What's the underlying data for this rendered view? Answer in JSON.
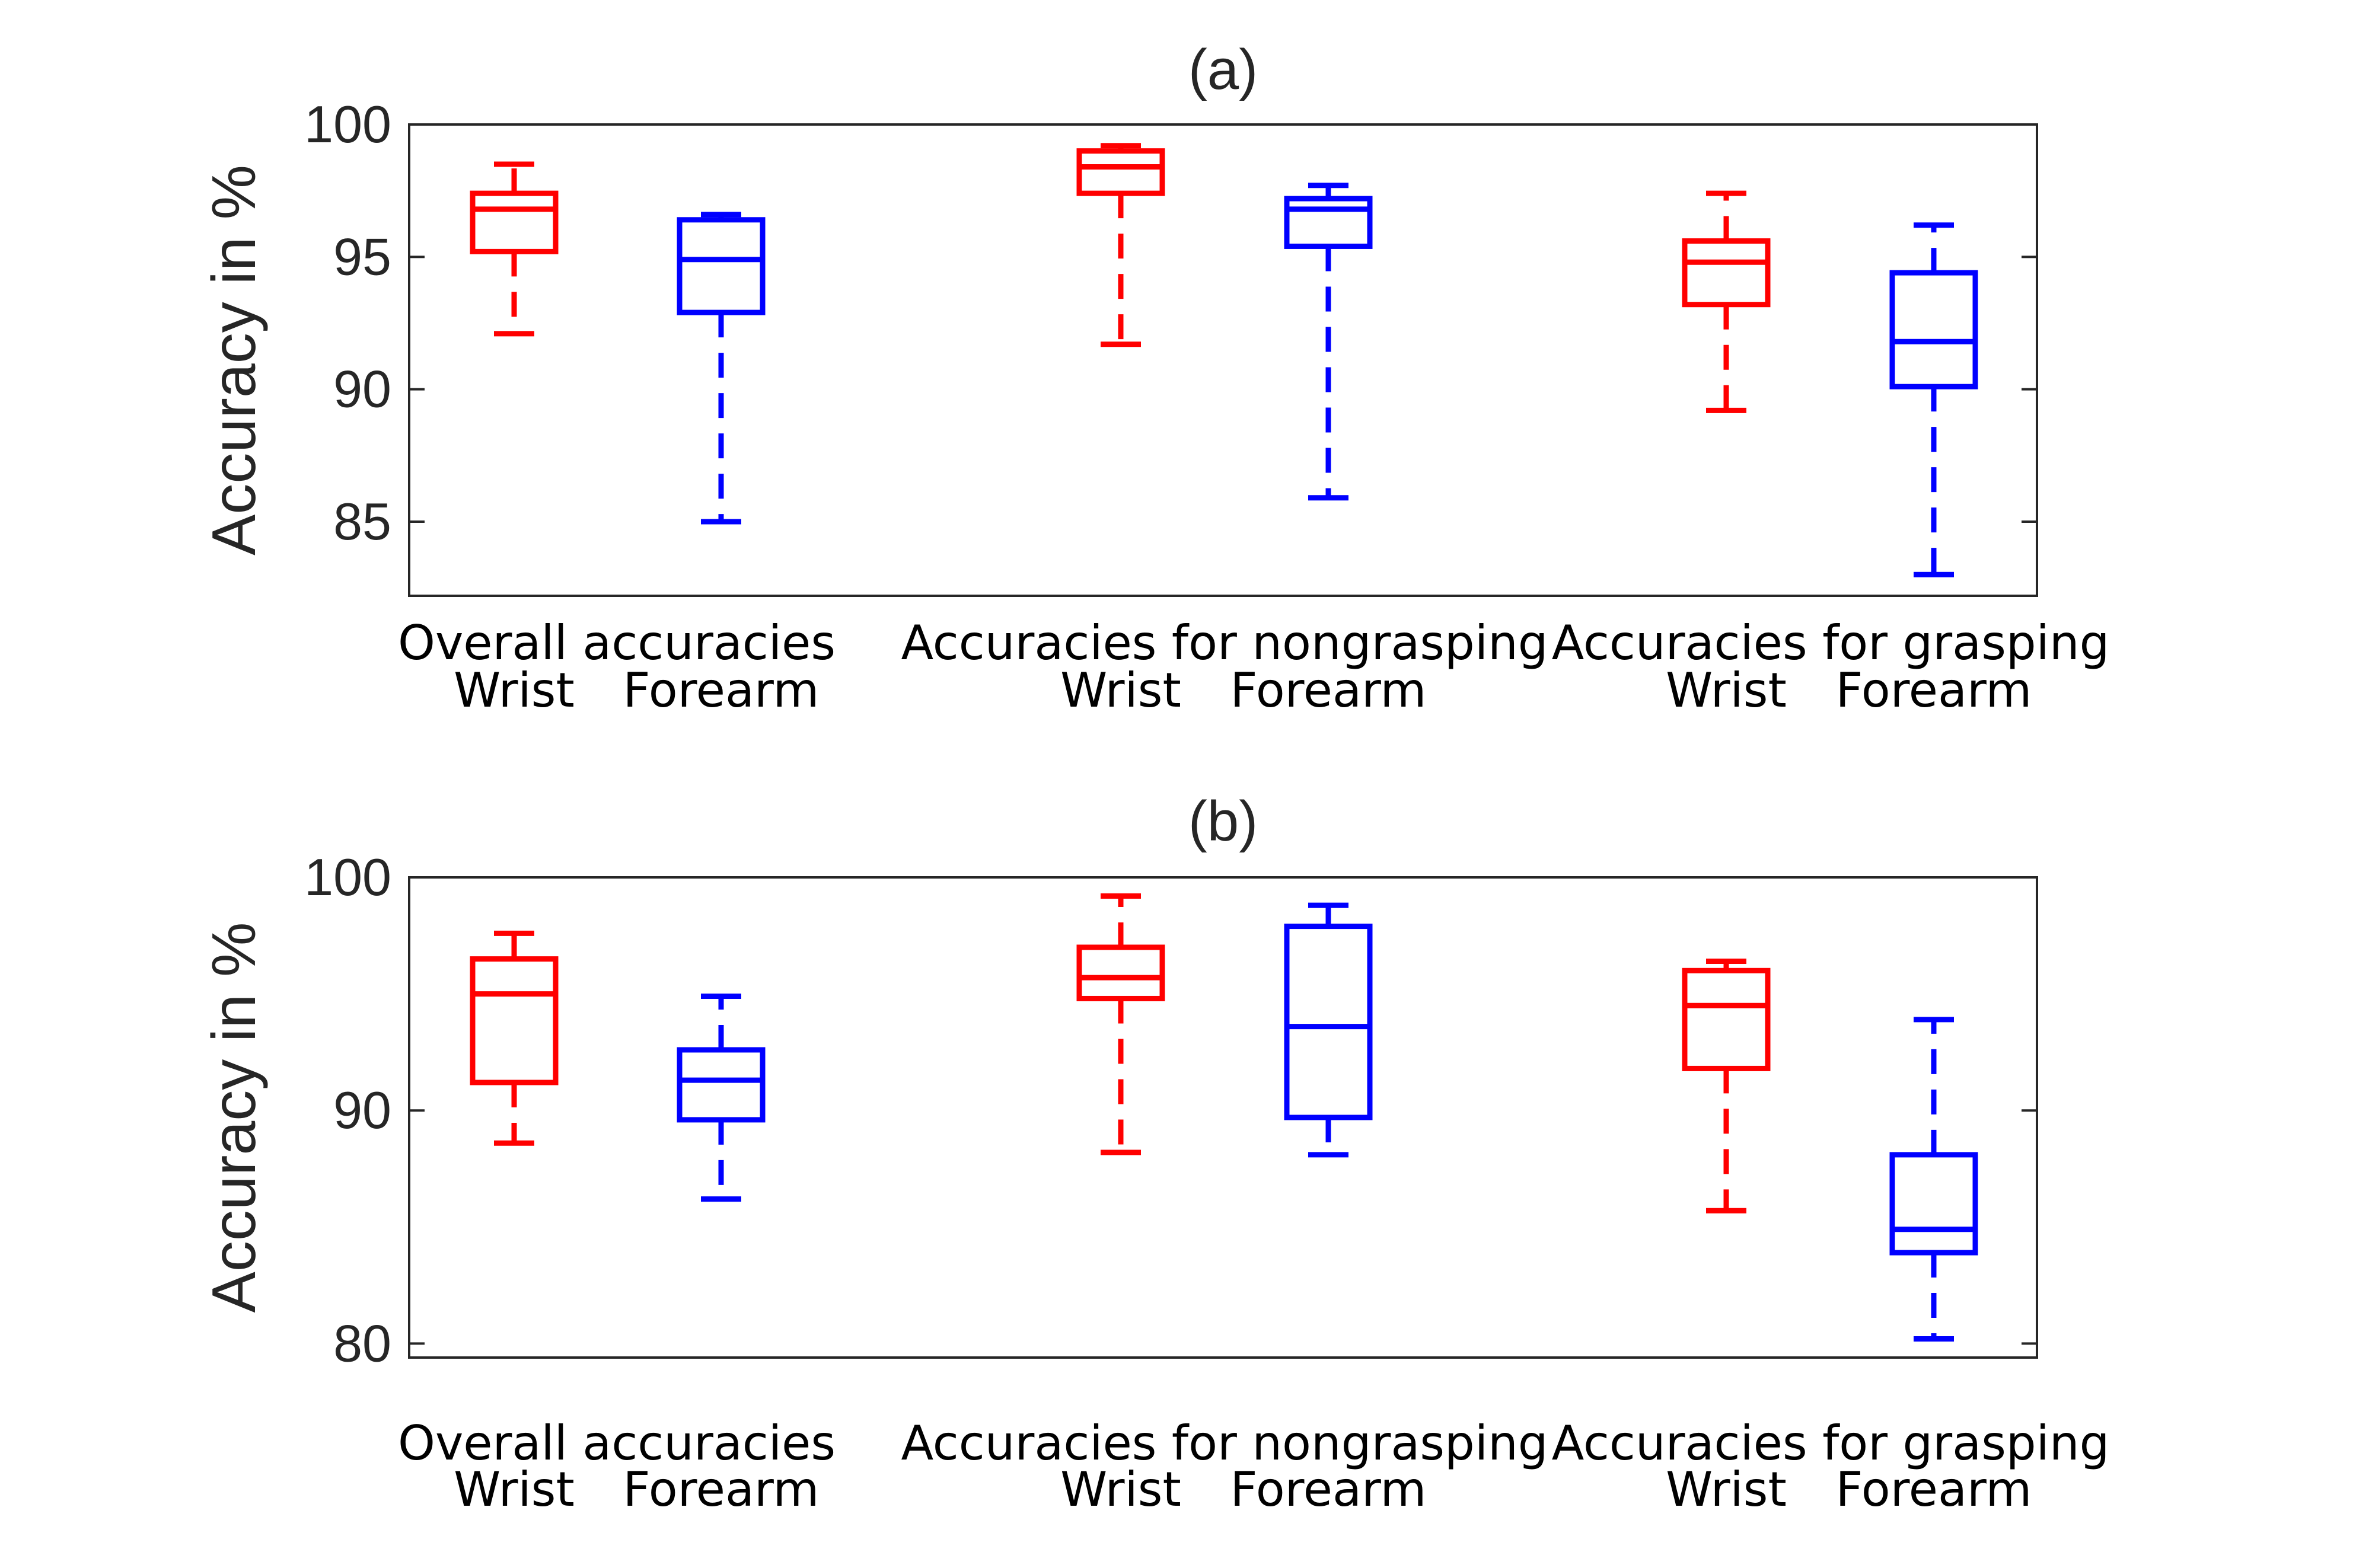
{
  "chart_data": [
    {
      "type": "box",
      "title": "(a)",
      "xlabel": "",
      "ylabel": "Accuracy in %",
      "ylim": [
        82.2,
        100
      ],
      "yticks": [
        85,
        90,
        95,
        100
      ],
      "grid": false,
      "groups": [
        {
          "label": "Overall accuracies",
          "sublabels": [
            "Wrist",
            "Forearm"
          ]
        },
        {
          "label": "Accuracies for nongrasping",
          "sublabels": [
            "Wrist",
            "Forearm"
          ]
        },
        {
          "label": "Accuracies for grasping",
          "sublabels": [
            "Wrist",
            "Forearm"
          ]
        }
      ],
      "boxes": [
        {
          "group": 0,
          "series": "Wrist",
          "whisker_low": 92.1,
          "q1": 95.2,
          "median": 96.8,
          "q3": 97.4,
          "whisker_high": 98.5
        },
        {
          "group": 0,
          "series": "Forearm",
          "whisker_low": 85.0,
          "q1": 92.9,
          "median": 94.9,
          "q3": 96.4,
          "whisker_high": 96.6
        },
        {
          "group": 1,
          "series": "Wrist",
          "whisker_low": 91.7,
          "q1": 97.4,
          "median": 98.4,
          "q3": 99.0,
          "whisker_high": 99.2
        },
        {
          "group": 1,
          "series": "Forearm",
          "whisker_low": 85.9,
          "q1": 95.4,
          "median": 96.8,
          "q3": 97.2,
          "whisker_high": 97.7
        },
        {
          "group": 2,
          "series": "Wrist",
          "whisker_low": 89.2,
          "q1": 93.2,
          "median": 94.8,
          "q3": 95.6,
          "whisker_high": 97.4
        },
        {
          "group": 2,
          "series": "Forearm",
          "whisker_low": 83.0,
          "q1": 90.1,
          "median": 91.8,
          "q3": 94.4,
          "whisker_high": 96.2
        }
      ],
      "colors": {
        "Wrist": "#ff0000",
        "Forearm": "#0000ff"
      }
    },
    {
      "type": "box",
      "title": "(b)",
      "xlabel": "",
      "ylabel": "Accuracy in %",
      "ylim": [
        79.4,
        100
      ],
      "yticks": [
        80,
        90,
        100
      ],
      "grid": false,
      "groups": [
        {
          "label": "Overall accuracies",
          "sublabels": [
            "Wrist",
            "Forearm"
          ]
        },
        {
          "label": "Accuracies for nongrasping",
          "sublabels": [
            "Wrist",
            "Forearm"
          ]
        },
        {
          "label": "Accuracies for grasping",
          "sublabels": [
            "Wrist",
            "Forearm"
          ]
        }
      ],
      "boxes": [
        {
          "group": 0,
          "series": "Wrist",
          "whisker_low": 88.6,
          "q1": 91.2,
          "median": 95.0,
          "q3": 96.5,
          "whisker_high": 97.6
        },
        {
          "group": 0,
          "series": "Forearm",
          "whisker_low": 86.2,
          "q1": 89.6,
          "median": 91.3,
          "q3": 92.6,
          "whisker_high": 94.9
        },
        {
          "group": 1,
          "series": "Wrist",
          "whisker_low": 88.2,
          "q1": 94.8,
          "median": 95.7,
          "q3": 97.0,
          "whisker_high": 99.2
        },
        {
          "group": 1,
          "series": "Forearm",
          "whisker_low": 88.1,
          "q1": 89.7,
          "median": 93.6,
          "q3": 97.9,
          "whisker_high": 98.8
        },
        {
          "group": 2,
          "series": "Wrist",
          "whisker_low": 85.7,
          "q1": 91.8,
          "median": 94.5,
          "q3": 96.0,
          "whisker_high": 96.4
        },
        {
          "group": 2,
          "series": "Forearm",
          "whisker_low": 80.2,
          "q1": 83.9,
          "median": 84.9,
          "q3": 88.1,
          "whisker_high": 93.9
        }
      ],
      "colors": {
        "Wrist": "#ff0000",
        "Forearm": "#0000ff"
      }
    }
  ]
}
